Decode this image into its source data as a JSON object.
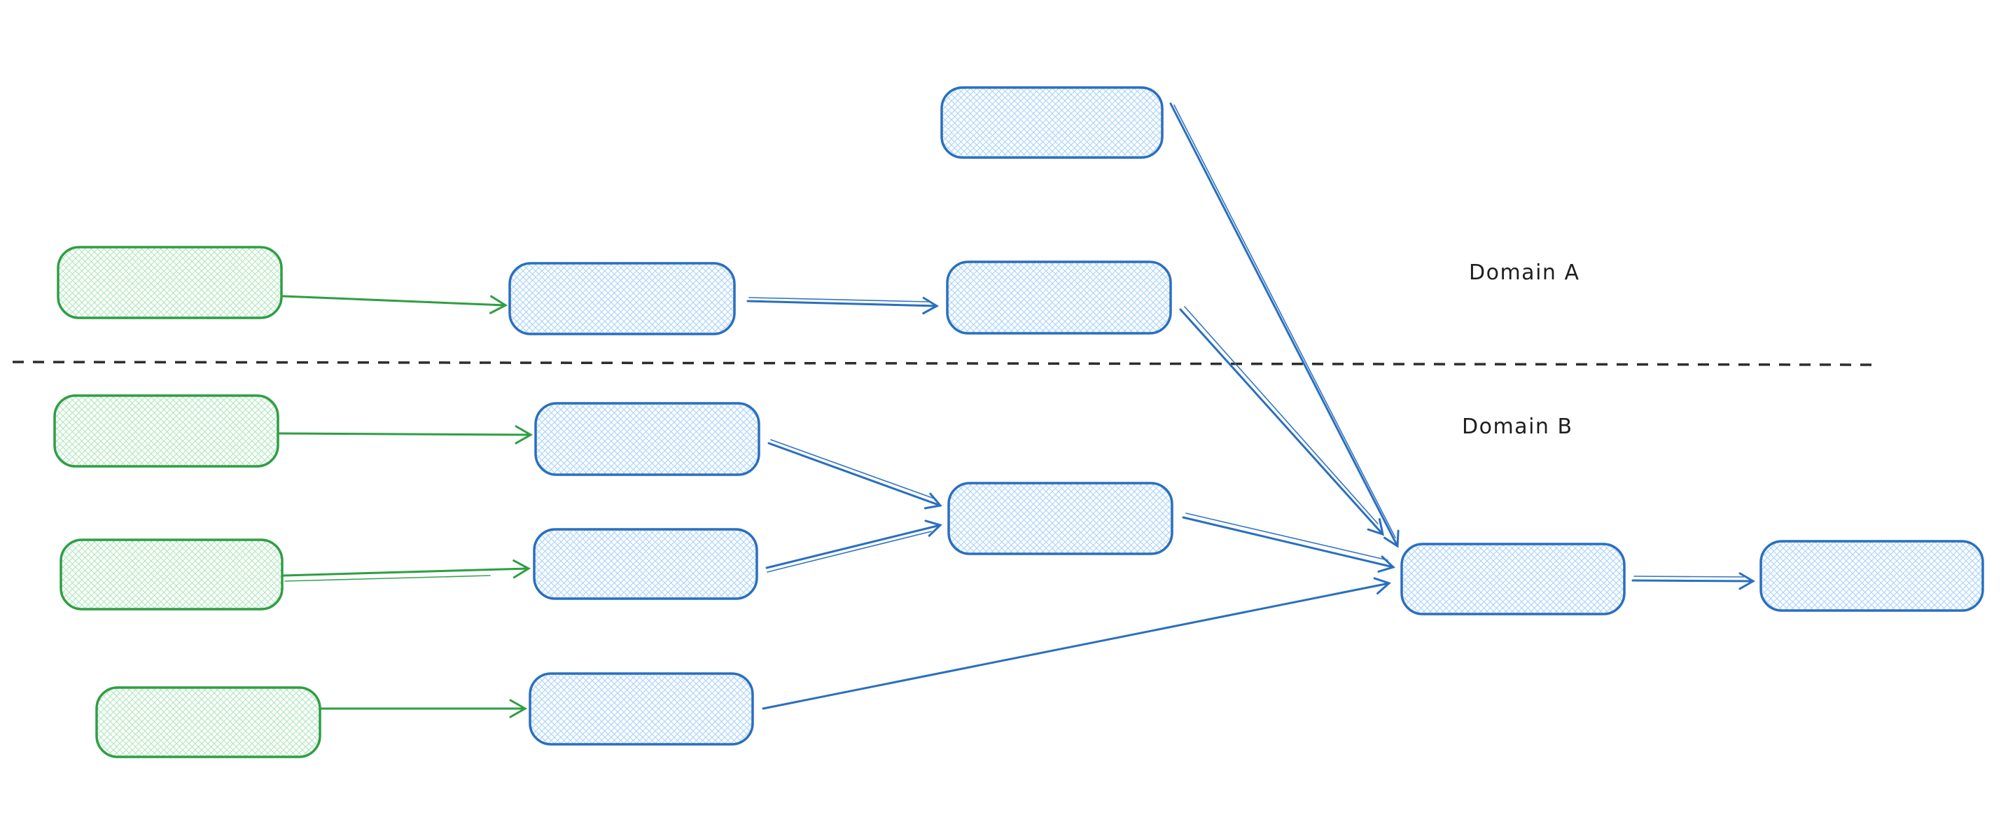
{
  "app": {
    "kind": "hand-drawn whiteboard diagram",
    "background": "#ffffff"
  },
  "labels": {
    "domain_a": "Domain A",
    "domain_b": "Domain B"
  },
  "colors": {
    "background": "#ffffff",
    "blue_stroke": "#2a6fbf",
    "blue_hatch_fill": "#aed6fb",
    "green_stroke": "#2f9e44",
    "green_hatch_fill": "#b5e8c2",
    "divider": "#2d2d2d",
    "label_text": "#1e1e1e"
  },
  "diagram": {
    "domains": [
      {
        "id": "domain-a",
        "label": "Domain A",
        "position": "above dashed divider"
      },
      {
        "id": "domain-b",
        "label": "Domain B",
        "position": "below dashed divider"
      }
    ],
    "nodes": [
      {
        "id": "domain-a-node-top",
        "color": "blue",
        "domain": "domain-a",
        "text": ""
      },
      {
        "id": "domain-a-source",
        "color": "green",
        "domain": "domain-a",
        "text": ""
      },
      {
        "id": "domain-a-stage-1",
        "color": "blue",
        "domain": "domain-a",
        "text": ""
      },
      {
        "id": "domain-a-stage-2",
        "color": "blue",
        "domain": "domain-a",
        "text": ""
      },
      {
        "id": "domain-b-source-1",
        "color": "green",
        "domain": "domain-b",
        "text": ""
      },
      {
        "id": "domain-b-stage-1",
        "color": "blue",
        "domain": "domain-b",
        "text": ""
      },
      {
        "id": "domain-b-source-2",
        "color": "green",
        "domain": "domain-b",
        "text": ""
      },
      {
        "id": "domain-b-stage-2",
        "color": "blue",
        "domain": "domain-b",
        "text": ""
      },
      {
        "id": "domain-b-join",
        "color": "blue",
        "domain": "domain-b",
        "text": ""
      },
      {
        "id": "domain-b-source-3",
        "color": "green",
        "domain": "domain-b",
        "text": ""
      },
      {
        "id": "domain-b-stage-3",
        "color": "blue",
        "domain": "domain-b",
        "text": ""
      },
      {
        "id": "merge-node",
        "color": "blue",
        "domain": "domain-b",
        "text": ""
      },
      {
        "id": "output-node",
        "color": "blue",
        "domain": "domain-b",
        "text": ""
      }
    ],
    "edges": [
      {
        "from": "domain-a-source",
        "to": "domain-a-stage-1",
        "color": "green"
      },
      {
        "from": "domain-a-stage-1",
        "to": "domain-a-stage-2",
        "color": "blue"
      },
      {
        "from": "domain-a-node-top",
        "to": "merge-node",
        "color": "blue"
      },
      {
        "from": "domain-a-stage-2",
        "to": "merge-node",
        "color": "blue"
      },
      {
        "from": "domain-b-source-1",
        "to": "domain-b-stage-1",
        "color": "green"
      },
      {
        "from": "domain-b-source-2",
        "to": "domain-b-stage-2",
        "color": "green"
      },
      {
        "from": "domain-b-source-3",
        "to": "domain-b-stage-3",
        "color": "green"
      },
      {
        "from": "domain-b-stage-1",
        "to": "domain-b-join",
        "color": "blue"
      },
      {
        "from": "domain-b-stage-2",
        "to": "domain-b-join",
        "color": "blue"
      },
      {
        "from": "domain-b-join",
        "to": "merge-node",
        "color": "blue"
      },
      {
        "from": "domain-b-stage-3",
        "to": "merge-node",
        "color": "blue"
      },
      {
        "from": "merge-node",
        "to": "output-node",
        "color": "blue"
      }
    ],
    "divider": {
      "style": "dashed horizontal line",
      "separates": [
        "domain-a",
        "domain-b"
      ]
    }
  }
}
